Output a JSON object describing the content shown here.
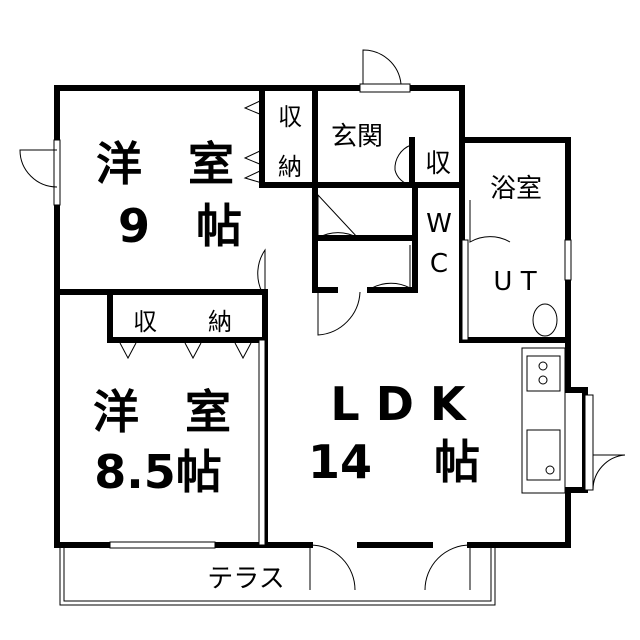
{
  "rooms": {
    "western_9": {
      "name": "洋　室",
      "size": "9　帖"
    },
    "western_9_closet": {
      "line1": "収",
      "line2": "納"
    },
    "entrance": {
      "name": "玄関"
    },
    "entrance_storage": {
      "name": "収"
    },
    "bath": {
      "name": "浴室"
    },
    "wc": {
      "line1": "W",
      "line2": "C"
    },
    "utility": {
      "name": "U T"
    },
    "western_85": {
      "name": "洋　室",
      "size": "8.5帖"
    },
    "western_85_closet": {
      "part1": "収",
      "part2": "納"
    },
    "ldk": {
      "name": "L D K",
      "size_num": "14",
      "size_unit": "帖"
    },
    "terrace": {
      "name": "テラス"
    }
  }
}
